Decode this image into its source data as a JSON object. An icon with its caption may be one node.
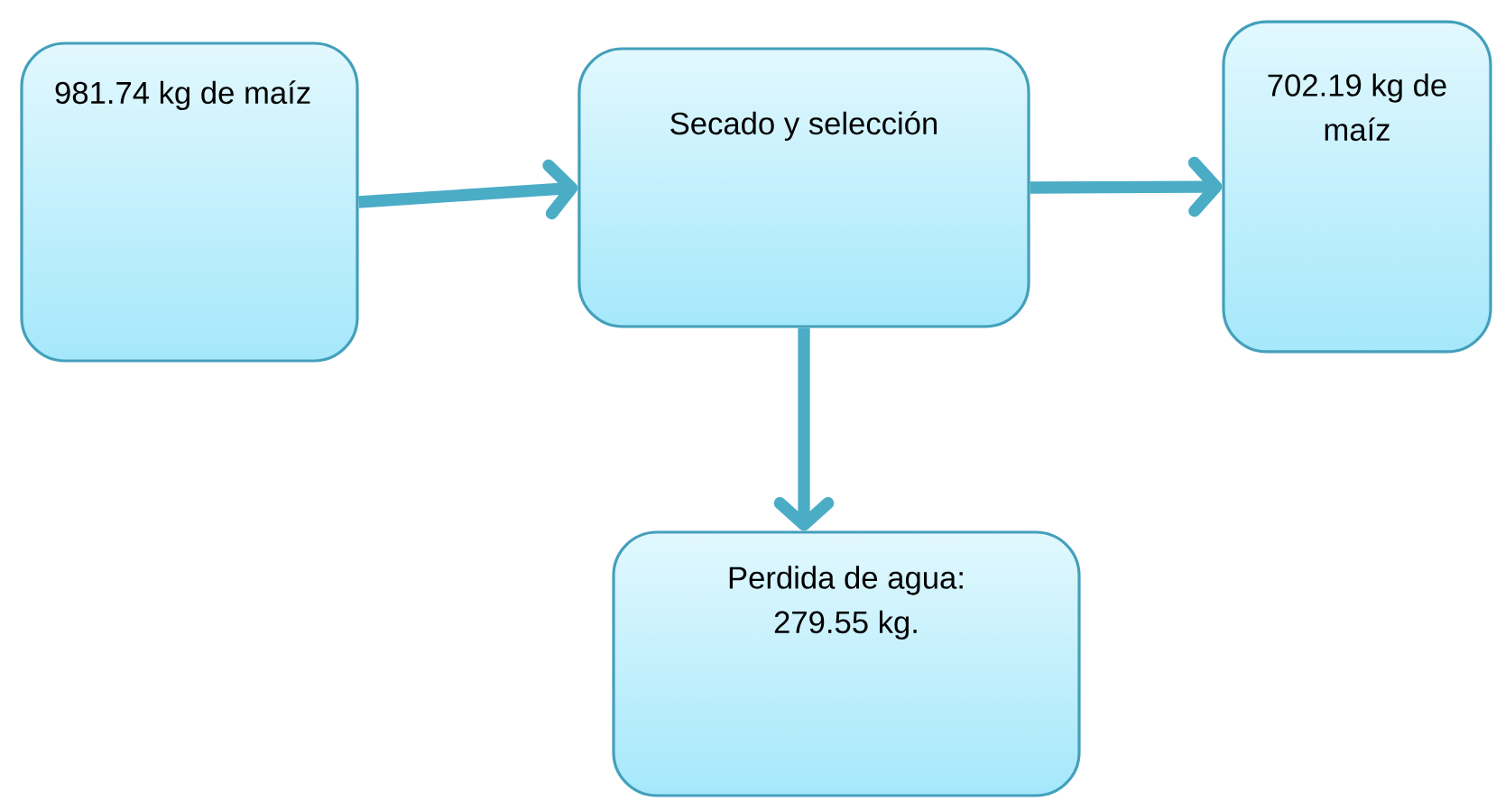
{
  "diagram": {
    "nodes": [
      {
        "text": [
          "981.74 kg de maíz"
        ]
      },
      {
        "text": [
          "Secado y selección"
        ]
      },
      {
        "text": [
          "702.19 kg de maíz"
        ]
      },
      {
        "text": [
          "Perdida de agua: 279.55 kg."
        ]
      }
    ],
    "edges": [
      {
        "from": 0,
        "to": 1,
        "arrow": "to"
      },
      {
        "from": 1,
        "to": 2,
        "arrow": "to"
      },
      {
        "from": 1,
        "to": 3,
        "arrow": "to"
      }
    ]
  }
}
